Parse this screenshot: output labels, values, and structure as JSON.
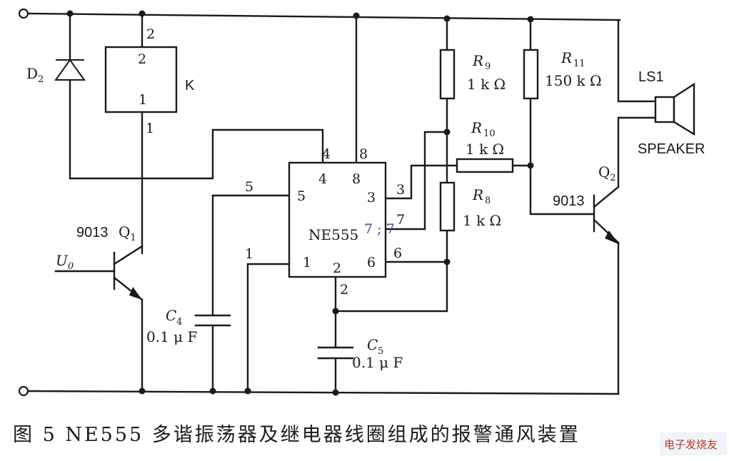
{
  "components": {
    "diode": {
      "label": "D",
      "sub": "2"
    },
    "relay": {
      "label": "K",
      "pin_top": "2",
      "pin_bottom": "1"
    },
    "ic": {
      "label": "NE555",
      "overlay": "7 ; 7"
    },
    "r9": {
      "label": "R",
      "sub": "9",
      "value": "1 k Ω"
    },
    "r11": {
      "label": "R",
      "sub": "11",
      "value": "150 k Ω"
    },
    "r10": {
      "label": "R",
      "sub": "10",
      "value": "1 k Ω"
    },
    "r8": {
      "label": "R",
      "sub": "8",
      "value": "1 k Ω"
    },
    "c4": {
      "label": "C",
      "sub": "4",
      "value": "0.1 μ F"
    },
    "c5": {
      "label": "C",
      "sub": "5",
      "value": "0.1 μ F"
    },
    "q1": {
      "type": "9013",
      "label": "Q",
      "sub": "1"
    },
    "q2": {
      "type": "9013",
      "label": "Q",
      "sub": "2"
    },
    "input": {
      "label": "U",
      "sub": "0"
    },
    "speaker": {
      "ref": "LS1",
      "name": "SPEAKER"
    }
  },
  "pins": {
    "relay_top_wire": "2",
    "relay_bottom_wire": "1",
    "ic_pin4_wire": "4",
    "ic_pin8_wire": "8",
    "ic_pin5_wire": "5",
    "ic_pin1_wire": "1",
    "ic_pin3_wire": "3",
    "ic_pin7_wire": "7",
    "ic_pin6_wire": "6",
    "ic_pin2_wire": "2",
    "ic_pin4_in": "4",
    "ic_pin8_in": "8",
    "ic_pin5_in": "5",
    "ic_pin3_in": "3",
    "ic_pin1_in": "1",
    "ic_pin2_in": "2",
    "ic_pin6_in": "6"
  },
  "caption": "图 5   NE555 多谐振荡器及继电器线圈组成的报警通风装置",
  "watermark": "电子发烧友"
}
